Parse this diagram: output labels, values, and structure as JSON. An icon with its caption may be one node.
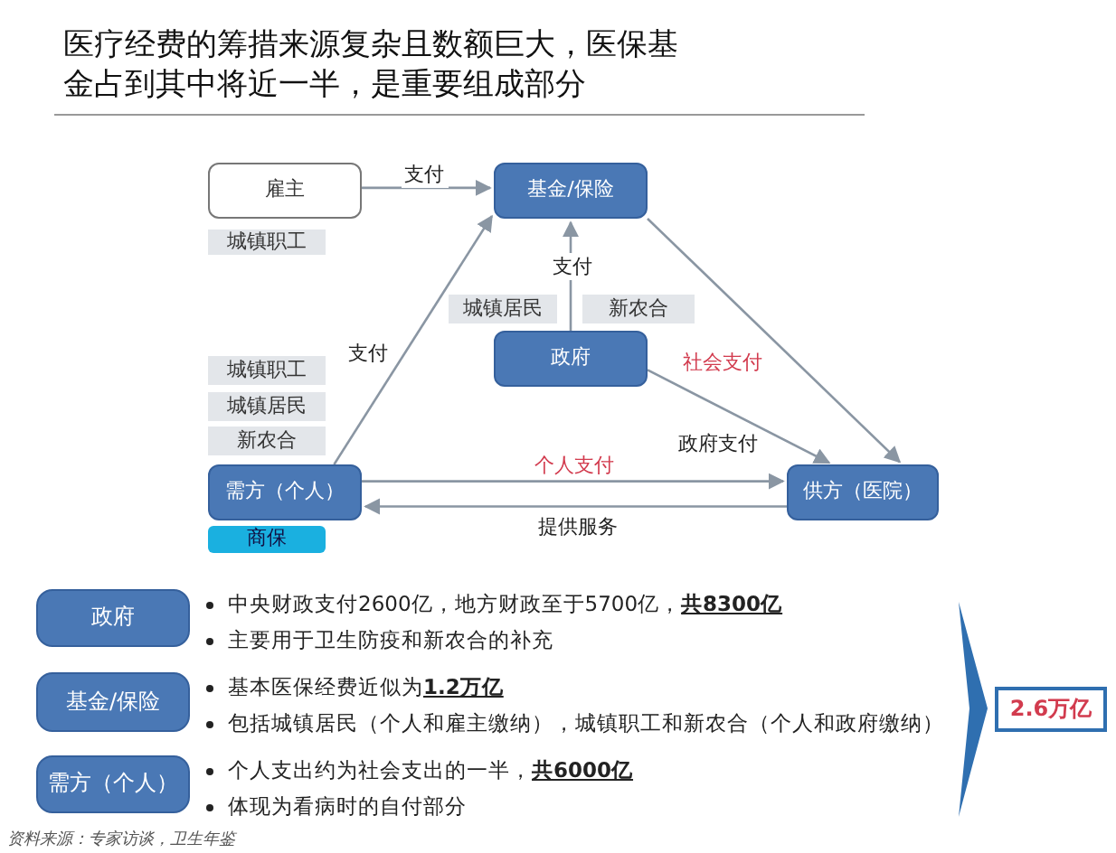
{
  "diagram": {
    "title": "医疗经费的筹措来源复杂且数额巨大，医保基金占到其中将近一半，是重要组成部分",
    "caption": "资料来源：专家访谈，卫生年鉴",
    "nodes": [
      {
        "text": [
          "雇主"
        ]
      },
      {
        "text": [
          "基金/保险"
        ]
      },
      {
        "text": [
          "城镇职工"
        ]
      },
      {
        "text": [
          "城镇居民"
        ]
      },
      {
        "text": [
          "新农合"
        ]
      },
      {
        "text": [
          "政府"
        ]
      },
      {
        "text": [
          "城镇职工"
        ]
      },
      {
        "text": [
          "城镇居民"
        ]
      },
      {
        "text": [
          "新农合"
        ]
      },
      {
        "text": [
          "需方（个人）"
        ]
      },
      {
        "text": [
          "供方（医院）"
        ]
      },
      {
        "text": [
          "商保"
        ]
      },
      {
        "text": [
          "政府"
        ],
        "beside": [
          "中央财政支付2600亿，地方财政至于5700亿，**共8300亿**",
          "主要用于卫生防疫和新农合的补充"
        ]
      },
      {
        "text": [
          "基金/保险"
        ],
        "beside": [
          "基本医保经费近似为**1.2万亿**",
          "包括城镇居民（个人和雇主缴纳），城镇职工和新农合（个人和政府缴纳）"
        ]
      },
      {
        "text": [
          "需方（个人）"
        ],
        "beside": [
          "个人支出约为社会支出的一半，**共6000亿**",
          "体现为看病时的自付部分"
        ]
      },
      {
        "text": [
          "2.6万亿"
        ]
      }
    ],
    "edges": [
      {
        "from": 0,
        "to": 1,
        "arrow": "to",
        "label": "支付"
      },
      {
        "from": 9,
        "to": 1,
        "arrow": "to",
        "label": "支付"
      },
      {
        "from": 5,
        "to": 1,
        "arrow": "to",
        "label": "支付"
      },
      {
        "from": 1,
        "to": 10,
        "arrow": "to",
        "label": "社会支付"
      },
      {
        "from": 5,
        "to": 10,
        "arrow": "to",
        "label": "政府支付"
      },
      {
        "from": 9,
        "to": 10,
        "arrow": "to",
        "label": "个人支付"
      },
      {
        "from": 10,
        "to": 9,
        "arrow": "to",
        "label": "提供服务"
      }
    ]
  }
}
